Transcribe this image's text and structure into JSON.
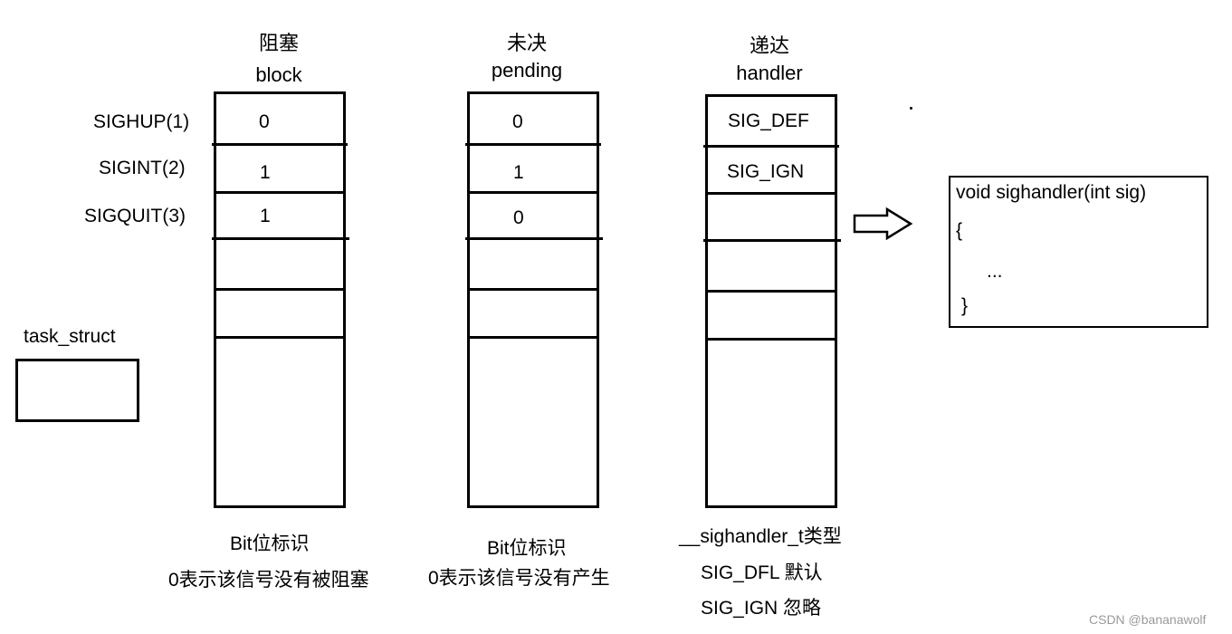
{
  "columns": {
    "block": {
      "header_cn": "阻塞",
      "header_en": "block",
      "values": [
        "0",
        "1",
        "1"
      ]
    },
    "pending": {
      "header_cn": "未决",
      "header_en": "pending",
      "values": [
        "0",
        "1",
        "0"
      ]
    },
    "handler": {
      "header_cn": "递达",
      "header_en": "handler",
      "values": [
        "SIG_DEF",
        "SIG_IGN"
      ]
    }
  },
  "signals": [
    "SIGHUP(1)",
    "SIGINT(2)",
    "SIGQUIT(3)"
  ],
  "task_struct_label": "task_struct",
  "notes": {
    "block": {
      "line1": "Bit位标识",
      "line2": "0表示该信号没有被阻塞"
    },
    "pending": {
      "line1": "Bit位标识",
      "line2": "0表示该信号没有产生"
    },
    "handler": {
      "line1": "__sighandler_t类型",
      "line2": "SIG_DFL 默认",
      "line3": "SIG_IGN 忽略"
    }
  },
  "code": {
    "line1": "void sighandler(int sig)",
    "line2": "{",
    "line3": "...",
    "line4": "}"
  },
  "watermark": "CSDN @bananawolf"
}
